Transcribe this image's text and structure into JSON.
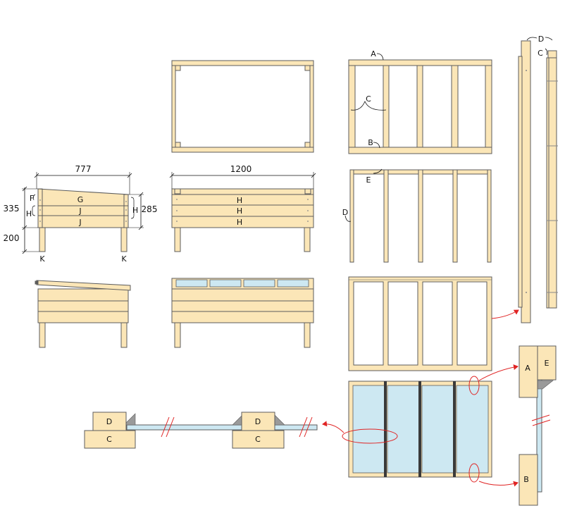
{
  "colors": {
    "wood": "#fbe6b7",
    "outline": "#5c5c5c",
    "glass": "#cde8f2",
    "arrow": "#e02424",
    "text": "#111111"
  },
  "dimensions": {
    "side_width": "777",
    "front_width": "1200",
    "total_height": "335",
    "leg_height": "200",
    "panel_height": "285"
  },
  "side_view_labels": {
    "f": "F",
    "g": "G",
    "h_left": "H",
    "h_right": "H",
    "j_top": "J",
    "j_bottom": "J",
    "k_left": "K",
    "k_right": "K"
  },
  "front_view_labels": {
    "h1": "H",
    "h2": "H",
    "h3": "H"
  },
  "frame_labels": {
    "a": "A",
    "b": "B",
    "c": "C",
    "d": "D",
    "e": "E"
  },
  "edge_view_labels": {
    "d": "D",
    "c": "C"
  },
  "detail_labels": {
    "a": "A",
    "e": "E",
    "b": "B"
  },
  "section_labels": {
    "d1": "D",
    "c1": "C",
    "d2": "D",
    "c2": "C"
  }
}
